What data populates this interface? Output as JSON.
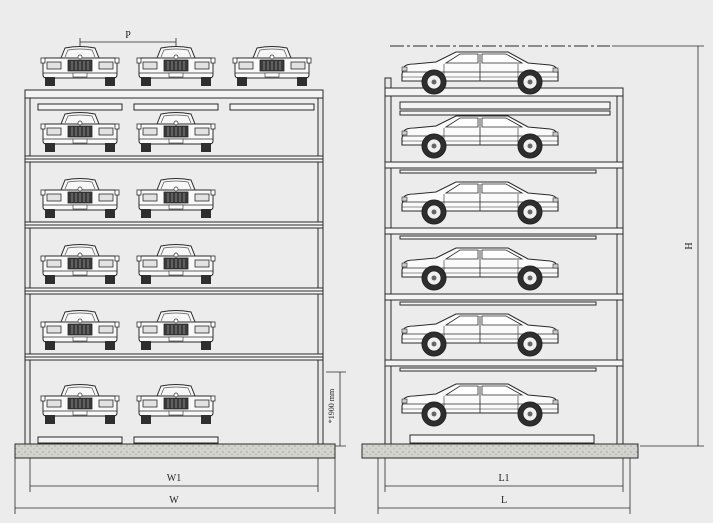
{
  "front_view": {
    "dim_pitch": "P",
    "dim_inner_width": "W1",
    "dim_outer_width": "W",
    "dim_ground_clearance": "*1900 mm"
  },
  "side_view": {
    "dim_height": "H",
    "dim_inner_length": "L1",
    "dim_outer_length": "L"
  },
  "colors": {
    "background": "#ececec",
    "line": "#2a2a2a",
    "ground_fill": "#cfcfc9"
  }
}
